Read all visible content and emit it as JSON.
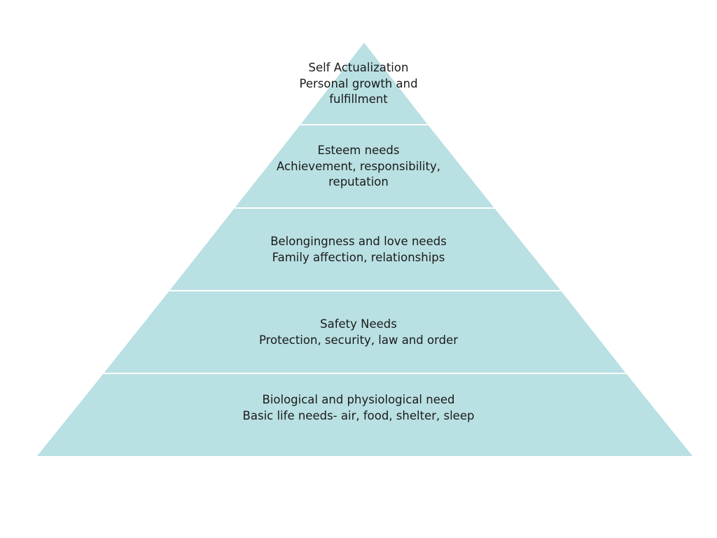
{
  "pyramid": {
    "fill_color": "#b9e0e2",
    "divider_color": "#ffffff",
    "tiers": [
      {
        "title": "Self Actualization",
        "lines": [
          "Personal growth and",
          "fulfillment"
        ]
      },
      {
        "title": "Esteem needs",
        "lines": [
          "Achievement, responsibility,",
          "reputation"
        ]
      },
      {
        "title": "Belongingness and love needs",
        "lines": [
          "Family affection, relationships"
        ]
      },
      {
        "title": "Safety Needs",
        "lines": [
          "Protection, security, law and order"
        ]
      },
      {
        "title": "Biological and physiological need",
        "lines": [
          "Basic life needs- air, food, shelter, sleep"
        ]
      }
    ]
  }
}
